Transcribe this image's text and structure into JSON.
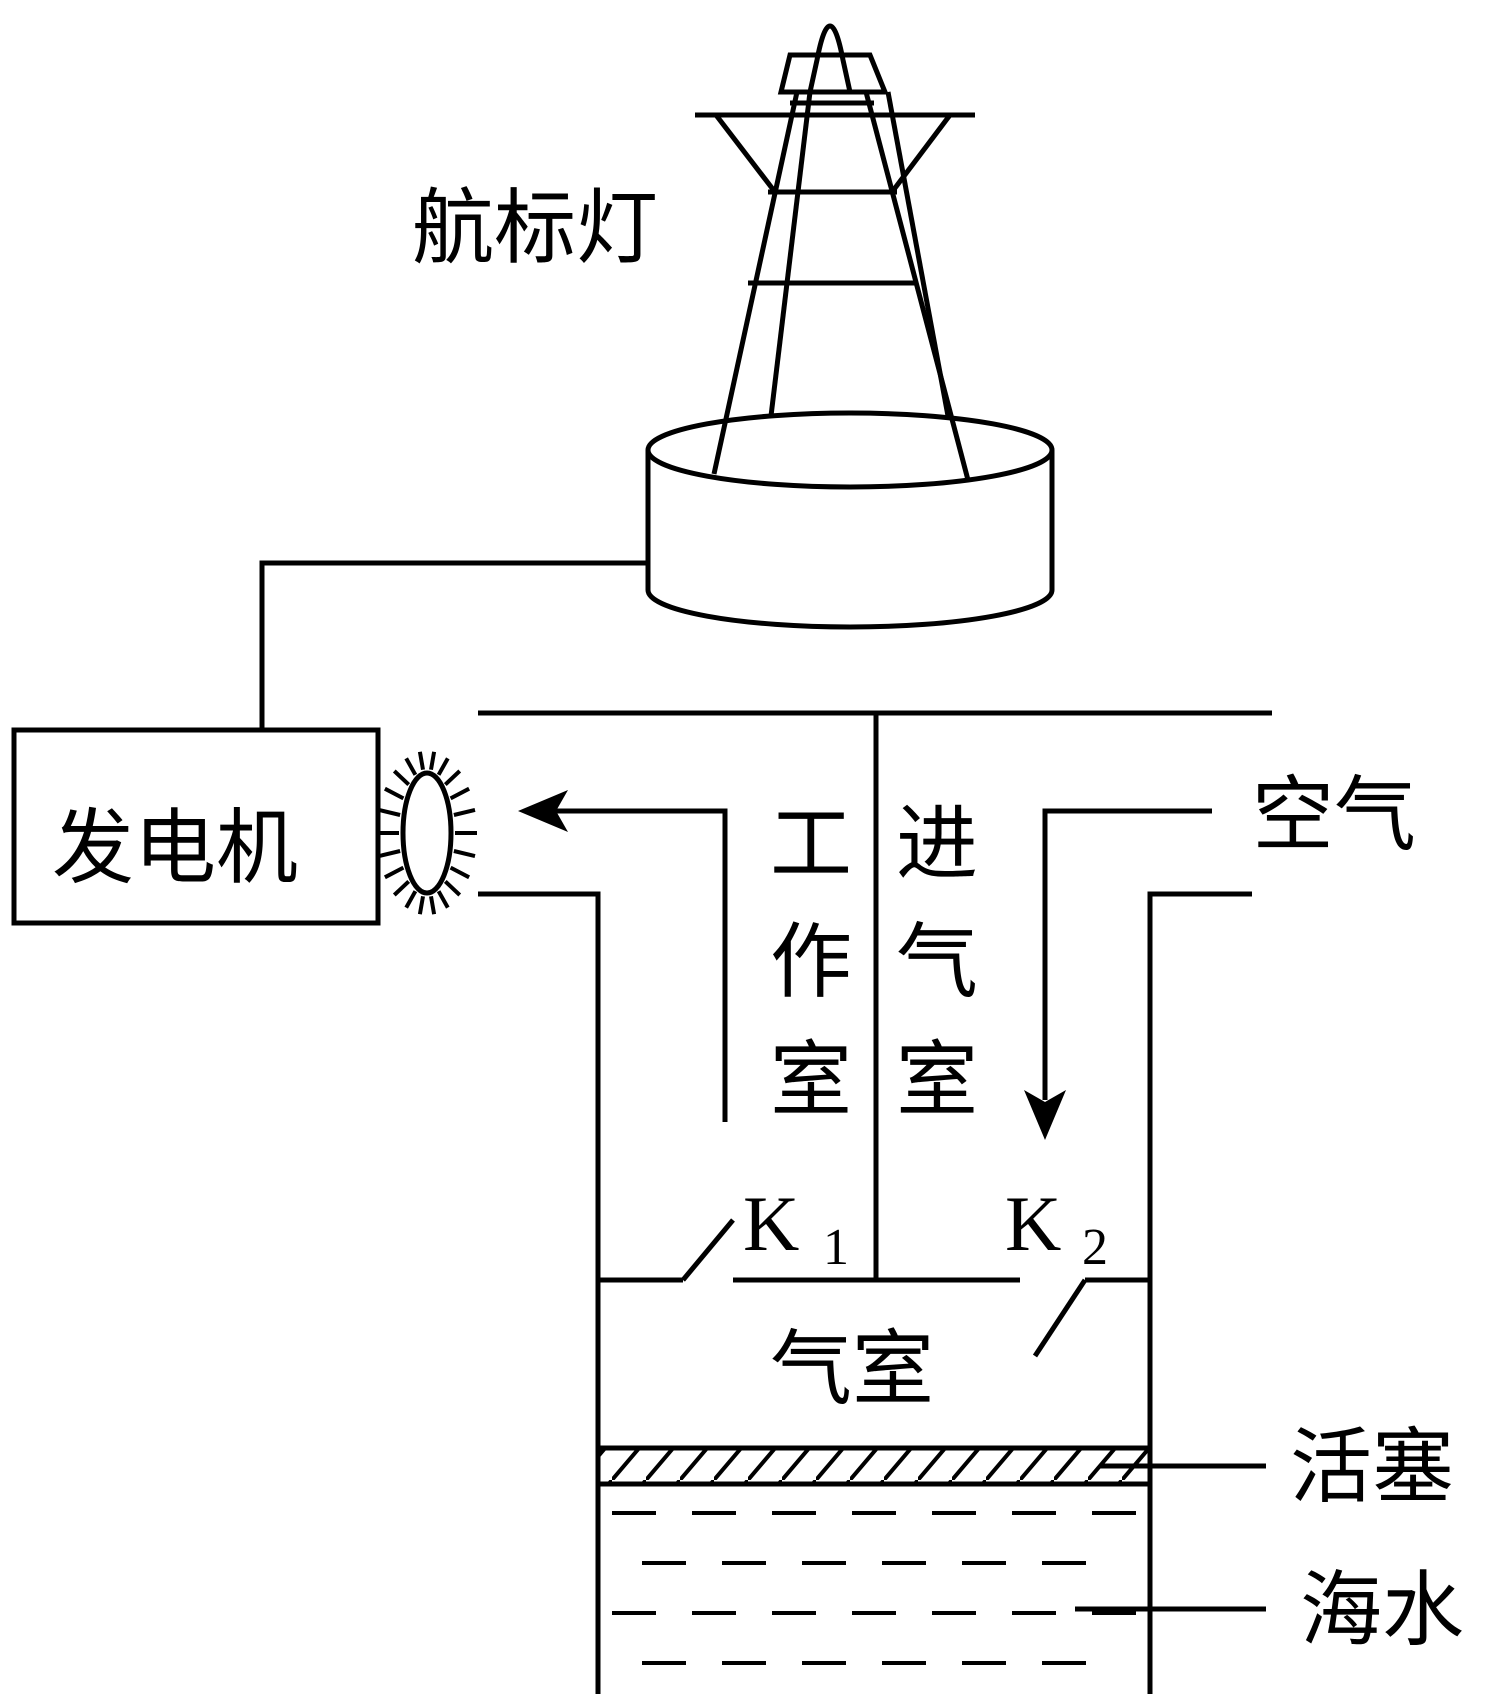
{
  "labels": {
    "beacon": "航标灯",
    "generator": "发电机",
    "air": "空气",
    "work_chamber": [
      "工",
      "作",
      "室"
    ],
    "intake_chamber": [
      "进",
      "气",
      "室"
    ],
    "valve_k1": "K",
    "valve_k1_sub": "1",
    "valve_k2": "K",
    "valve_k2_sub": "2",
    "gas_chamber": "气室",
    "piston": "活塞",
    "seawater": "海水"
  },
  "colors": {
    "stroke": "#000000",
    "background": "#ffffff"
  }
}
